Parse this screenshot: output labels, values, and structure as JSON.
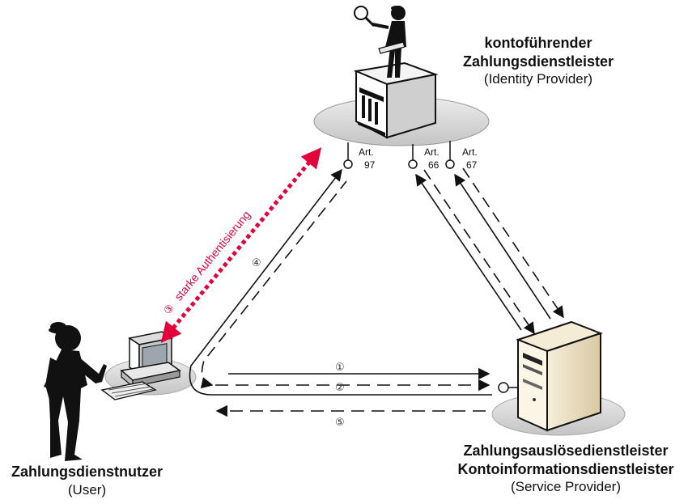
{
  "identity_provider": {
    "name": "kontoführender\nZahlungsdienstleister",
    "name_line1": "kontoführender",
    "name_line2": "Zahlungsdienstleister",
    "role": "(Identity Provider)"
  },
  "user": {
    "name": "Zahlungsdienstnutzer",
    "role": "(User)"
  },
  "service_provider": {
    "name_line1": "Zahlungsauslösedienstleister",
    "name_line2": "Kontoinformationsdienstleister",
    "role": "(Service Provider)"
  },
  "interfaces": [
    {
      "label_line1": "Art.",
      "label_line2": "97"
    },
    {
      "label_line1": "Art.",
      "label_line2": "66"
    },
    {
      "label_line1": "Art.",
      "label_line2": "67"
    }
  ],
  "steps": {
    "s1": "①",
    "s2": "②",
    "s3": "③",
    "s4": "④",
    "s5": "⑤",
    "auth_label": "starke Authentisierung"
  },
  "colors": {
    "auth_arrow": "#e4003a",
    "platform": "#d8d8d8",
    "server": "#efe4c8"
  }
}
